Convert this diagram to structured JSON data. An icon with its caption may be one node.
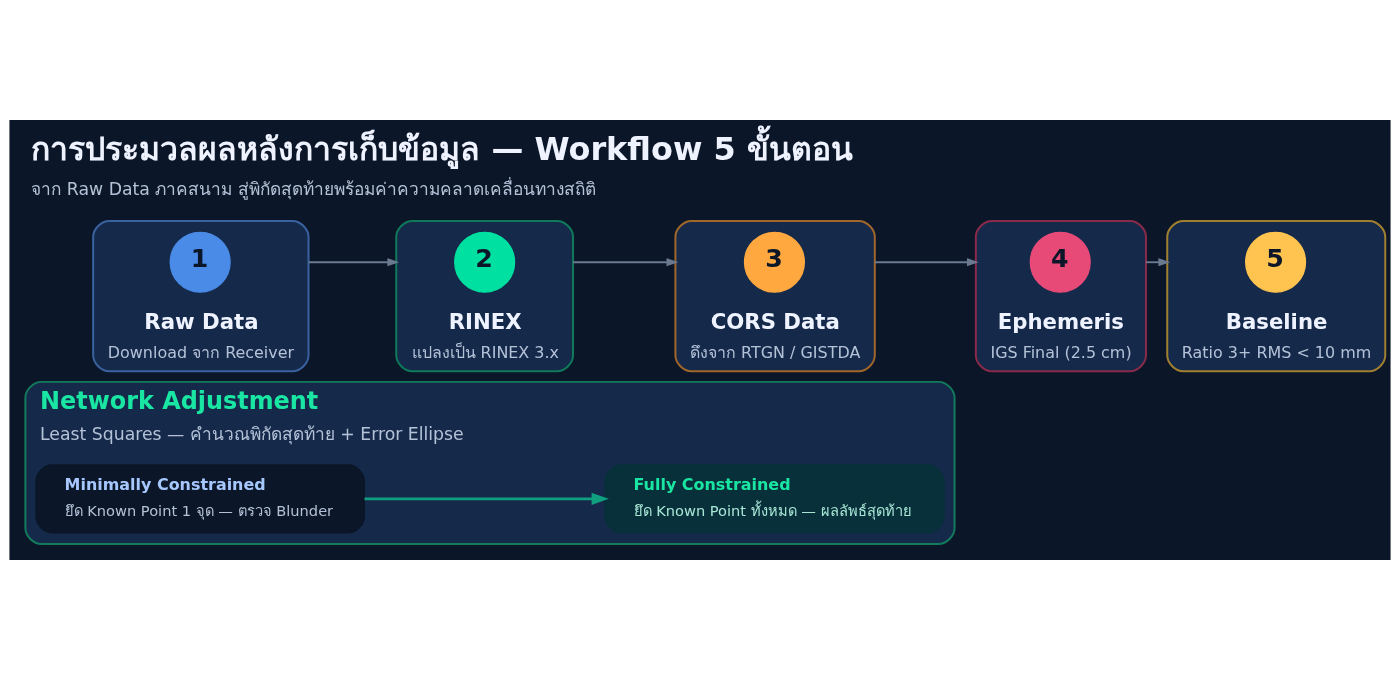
{
  "diagram": {
    "title": "การประมวลผลหลังการเก็บข้อมูล — Workflow 5 ขั้นตอน",
    "caption": "จาก Raw Data ภาคสนาม สู่พิกัดสุดท้ายพร้อมค่าความคลาดเคลื่อนทางสถิติ",
    "nodes": [
      {
        "text": [
          "Raw Data",
          "Download จาก Receiver"
        ]
      },
      {
        "text": [
          "1"
        ],
        "in": 0
      },
      {
        "text": [
          "RINEX",
          "แปลงเป็น RINEX 3.x"
        ]
      },
      {
        "text": [
          "2"
        ],
        "in": 2
      },
      {
        "text": [
          "CORS Data",
          "ดึงจาก RTGN / GISTDA"
        ]
      },
      {
        "text": [
          "3"
        ],
        "in": 4
      },
      {
        "text": [
          "Ephemeris",
          "IGS Final (2.5 cm)"
        ]
      },
      {
        "text": [
          "4"
        ],
        "in": 6
      },
      {
        "text": [
          "Baseline",
          "Ratio 3+ RMS < 10 mm"
        ]
      },
      {
        "text": [
          "5"
        ],
        "in": 8
      },
      {
        "text": [
          "Network Adjustment",
          "Least Squares — คำนวณพิกัดสุดท้าย + Error Ellipse"
        ]
      },
      {
        "text": [
          "Minimally Constrained",
          "ยึด Known Point 1 จุด — ตรวจ Blunder"
        ],
        "in": 10
      },
      {
        "text": [
          "Fully Constrained",
          "ยึด Known Point ทั้งหมด — ผลลัพธ์สุดท้าย"
        ],
        "in": 10
      }
    ],
    "edges": [
      {
        "from": 0,
        "to": 2,
        "arrow": "to"
      },
      {
        "from": 2,
        "to": 4,
        "arrow": "to"
      },
      {
        "from": 4,
        "to": 6,
        "arrow": "to"
      },
      {
        "from": 6,
        "to": 8,
        "arrow": "to"
      },
      {
        "from": 11,
        "to": 12,
        "arrow": "to",
        "color": "#10a080"
      }
    ]
  }
}
